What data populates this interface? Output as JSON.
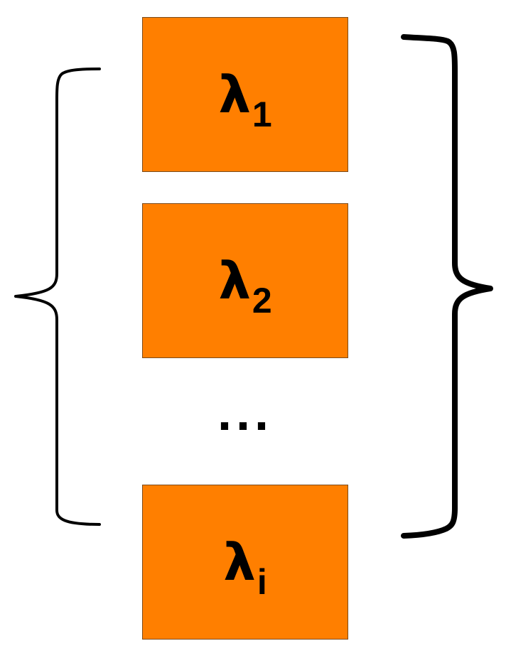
{
  "colors": {
    "box_fill": "#FF7F00",
    "bracket_stroke": "#000000"
  },
  "boxes": [
    {
      "symbol": "λ",
      "subscript": "1"
    },
    {
      "symbol": "λ",
      "subscript": "2"
    },
    {
      "symbol": "λ",
      "subscript": "i"
    }
  ],
  "ellipsis": "..."
}
